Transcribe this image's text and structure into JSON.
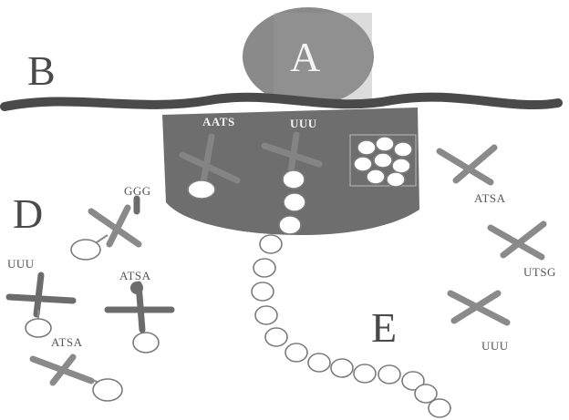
{
  "labels": {
    "A": "A",
    "B": "B",
    "D": "D",
    "E": "E"
  },
  "ribosome_sites": {
    "site1": "AATS",
    "site2": "UUU"
  },
  "free_trnas": [
    {
      "id": "left-top",
      "label": "GGG"
    },
    {
      "id": "left-mid",
      "label": "UUU"
    },
    {
      "id": "left-center",
      "label": "ATSA"
    },
    {
      "id": "left-bottom",
      "label": "ATSA"
    },
    {
      "id": "right-top",
      "label": "ATSA"
    },
    {
      "id": "right-mid",
      "label": "UTSG"
    },
    {
      "id": "right-bottom",
      "label": "UUU"
    }
  ],
  "colors": {
    "membrane": "#4a4a4a",
    "subunit_large": "#8c8c8c",
    "ribosome_body": "#6e6e6e",
    "trna": "#8a8a8a"
  }
}
